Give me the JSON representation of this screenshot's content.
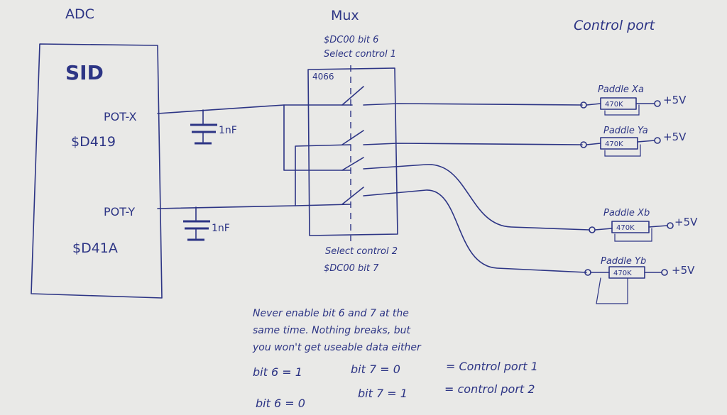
{
  "diagram": {
    "sections": {
      "adc": "ADC",
      "mux": "Mux",
      "control_port": "Control port"
    },
    "sid": {
      "title": "SID",
      "pot_x": "POT-X",
      "pot_x_addr": "$D419",
      "pot_y": "POT-Y",
      "pot_y_addr": "$D41A"
    },
    "capacitors": {
      "top": "1nF",
      "bottom": "1nF"
    },
    "mux": {
      "chip": "4066",
      "select1_reg": "$DC00 bit 6",
      "select1_label": "Select control 1",
      "select2_label": "Select control 2",
      "select2_reg": "$DC00 bit 7"
    },
    "paddles": [
      {
        "label": "Paddle Xa",
        "resistor": "470K",
        "supply": "+5V"
      },
      {
        "label": "Paddle Ya",
        "resistor": "470K",
        "supply": "+5V"
      },
      {
        "label": "Paddle Xb",
        "resistor": "470K",
        "supply": "+5V"
      },
      {
        "label": "Paddle Yb",
        "resistor": "470K",
        "supply": "+5V"
      }
    ],
    "notes": {
      "line1": "Never enable bit 6 and 7 at the",
      "line2": "same time. Nothing breaks, but",
      "line3": "you won't get useable data either",
      "row1_bit6": "bit 6 = 1",
      "row1_bit7": "bit 7 = 0",
      "row1_result": "= Control port 1",
      "row2_bit6": "bit 6 = 0",
      "row2_bit7": "bit 7 = 1",
      "row2_result": "= control port 2"
    },
    "ink_color": "#2d3585",
    "paper_color": "#e9e9e7"
  }
}
